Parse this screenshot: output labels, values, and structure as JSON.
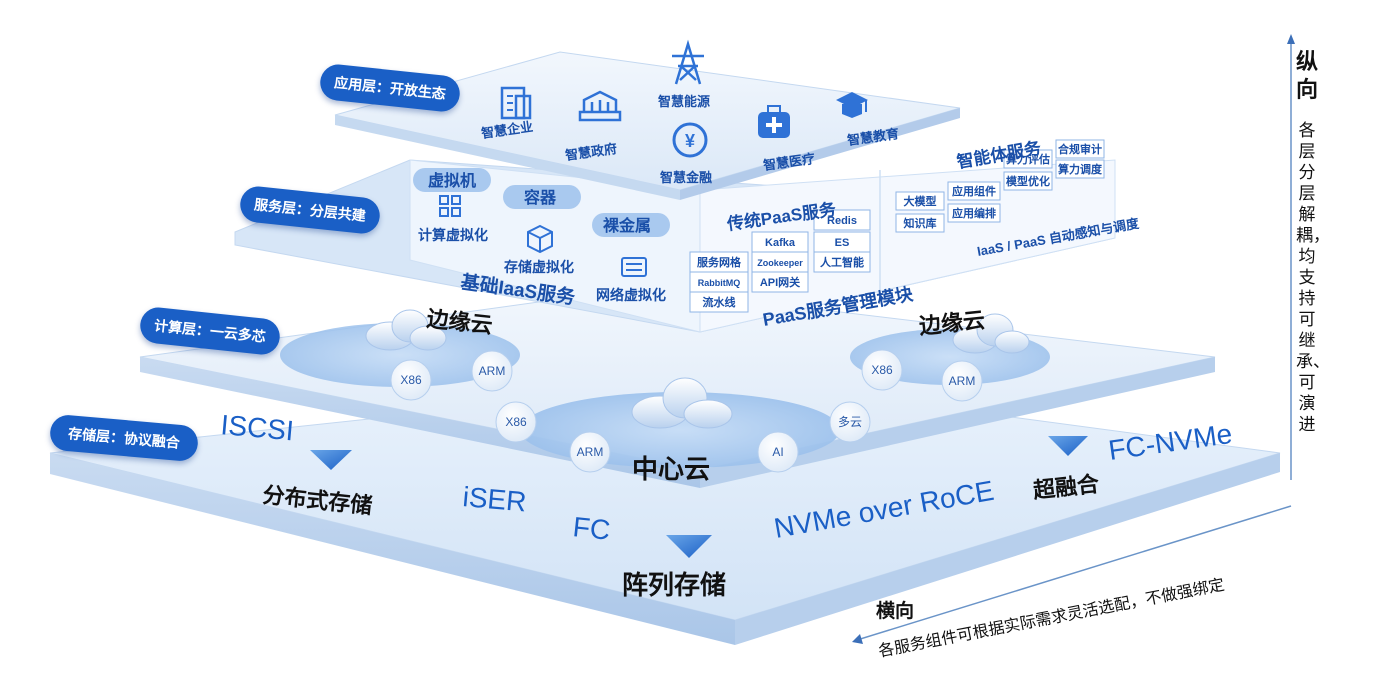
{
  "colors": {
    "accent": "#1a5fc6",
    "layer_light": "#e6f0fb",
    "text_blue": "#1a4fa8",
    "dark_text": "#111111"
  },
  "layers": {
    "app": {
      "tag": "应用层：开放生态",
      "items": [
        {
          "label": "智慧企业",
          "icon": "building-icon"
        },
        {
          "label": "智慧政府",
          "icon": "government-icon"
        },
        {
          "label": "智慧能源",
          "icon": "power-tower-icon"
        },
        {
          "label": "智慧金融",
          "icon": "yuan-coin-icon"
        },
        {
          "label": "智慧医疗",
          "icon": "medical-kit-icon"
        },
        {
          "label": "智慧教育",
          "icon": "graduation-cap-icon"
        }
      ]
    },
    "service": {
      "tag": "服务层：分层共建",
      "iaas": {
        "title": "基础IaaS服务",
        "vm": "虚拟机",
        "container": "容器",
        "baremetal": "裸金属",
        "compute": "计算虚拟化",
        "storage": "存储虚拟化",
        "network": "网络虚拟化"
      },
      "paas": {
        "title": "传统PaaS服务",
        "module": "PaaS服务管理模块",
        "cells": [
          "Kafka",
          "Redis",
          "服务网格",
          "Zookeeper",
          "ES",
          "RabbitMQ",
          "API网关",
          "人工智能",
          "流水线"
        ]
      },
      "agent": {
        "title": "智能体服务",
        "cells": [
          "算力评估",
          "合规审计",
          "大模型",
          "应用组件",
          "算力调度",
          "知识库",
          "应用编排",
          "模型优化"
        ],
        "footer": "IaaS / PaaS 自动感知与调度"
      }
    },
    "compute": {
      "tag": "计算层：一云多芯",
      "edge_left": "边缘云",
      "edge_right": "边缘云",
      "center": "中心云",
      "chips": {
        "x86": "X86",
        "arm": "ARM",
        "ai": "AI",
        "multi": "多云"
      }
    },
    "storage": {
      "tag": "存储层：协议融合",
      "distributed": "分布式存储",
      "array": "阵列存储",
      "hyper": "超融合",
      "protocols": {
        "iscsi": "ISCSI",
        "iser": "iSER",
        "fc": "FC",
        "nvme_roce": "NVMe over RoCE",
        "fc_nvme": "FC-NVMe"
      }
    }
  },
  "axes": {
    "vertical": {
      "title": "纵向",
      "desc": "各层分层解耦，均支持可继承、可演进"
    },
    "horizontal": {
      "title": "横向",
      "desc": "各服务组件可根据实际需求灵活选配，不做强绑定"
    }
  }
}
